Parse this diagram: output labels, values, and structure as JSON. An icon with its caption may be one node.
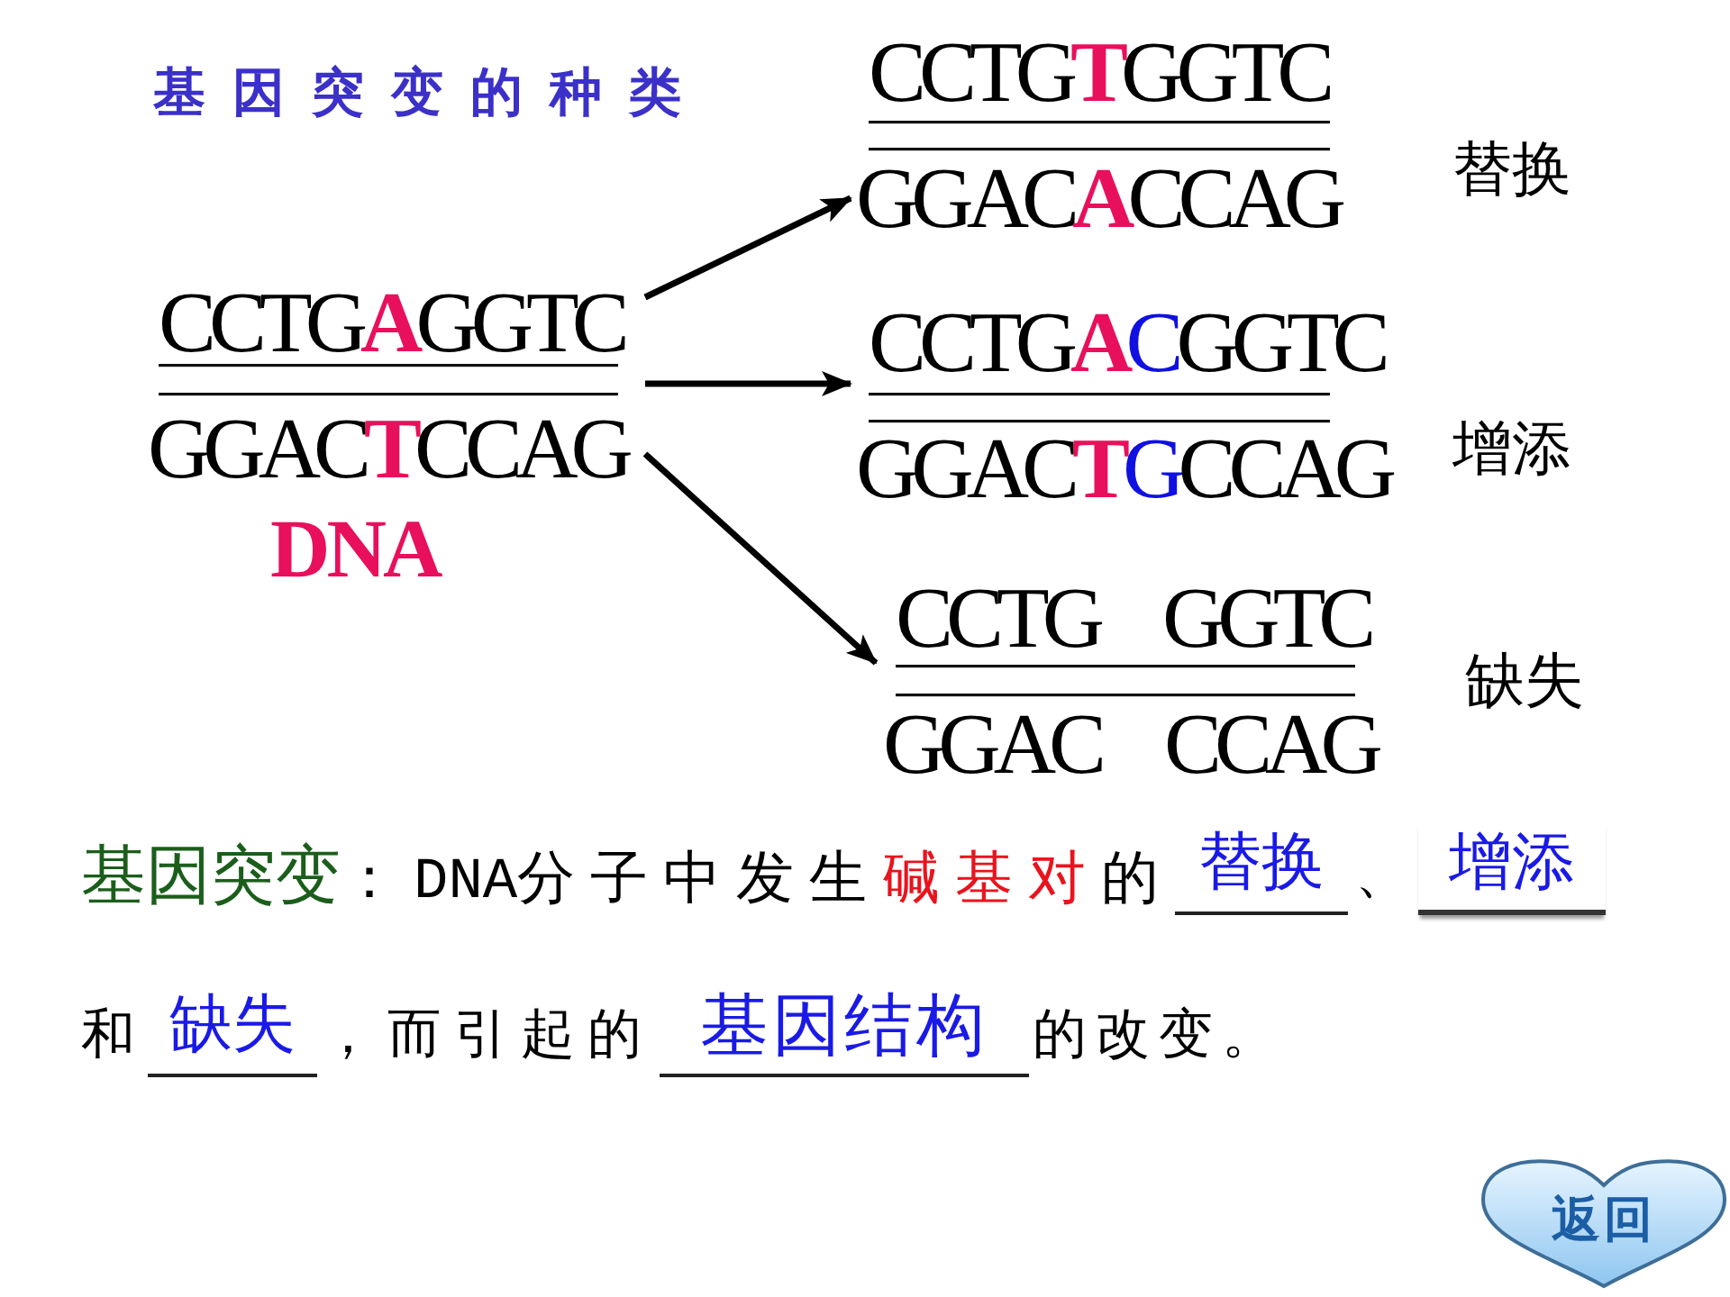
{
  "diagram": {
    "title": "基因突变的种类",
    "nodes": [
      {
        "text": [
          "CCTG**A**GGTC",
          "GGAC**T**CCAG"
        ],
        "beside": [
          "DNA"
        ]
      },
      {
        "text": [
          "CCTG**T**GGTC",
          "GGAC**A**CCAG"
        ],
        "beside": [
          "替换"
        ]
      },
      {
        "text": [
          "CCTG**A**CGGTC",
          "GGAC**T**GCCAG"
        ],
        "beside": [
          "增添"
        ]
      },
      {
        "text": [
          "CCTG GGTC",
          "GGAC CCAG"
        ],
        "beside": [
          "缺失"
        ]
      },
      {
        "text": [
          "返回"
        ]
      }
    ],
    "edges": [
      {
        "from": 0,
        "to": 1,
        "arrow": "to"
      },
      {
        "from": 0,
        "to": 2,
        "arrow": "to"
      },
      {
        "from": 0,
        "to": 3,
        "arrow": "to"
      }
    ],
    "labels": [
      "基因突变：DNA分子中发生碱基对的",
      "替换",
      "、",
      "增添",
      "和",
      "缺失",
      "，而引起的",
      "基因结构",
      "的改变。"
    ]
  }
}
